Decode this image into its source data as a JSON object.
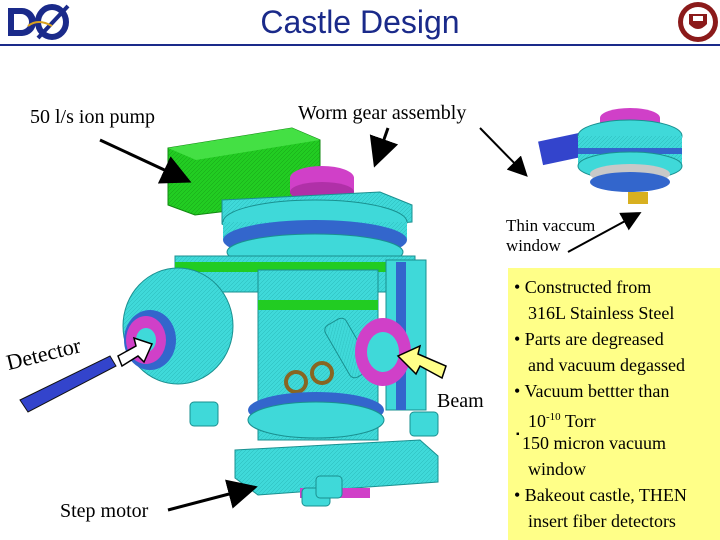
{
  "title": "Castle Design",
  "labels": {
    "ion_pump": "50 l/s ion pump",
    "worm_gear": "Worm gear assembly",
    "thin_window_1": "Thin vaccum",
    "thin_window_2": "window",
    "detector": "Detector",
    "beam": "Beam",
    "step_motor": "Step motor"
  },
  "info": {
    "l1": "• Constructed from",
    "l2": "316L Stainless Steel",
    "l3": "• Parts are degreased",
    "l4": "and vacuum degassed",
    "l5": "• Vacuum bettter than",
    "l6a": "10",
    "l6sup": "-10",
    "l6b": " Torr",
    "l7": "150 micron vacuum",
    "l8": "window",
    "l9": "• Bakeout castle, THEN",
    "l10": "insert fiber detectors"
  },
  "logo": {
    "text": "DØ"
  },
  "colors": {
    "title": "#1a2a8a",
    "info_bg": "#ffff88",
    "cyan": "#3fd9d9",
    "magenta": "#d040c8",
    "green": "#22cc22",
    "blue": "#3366cc"
  }
}
